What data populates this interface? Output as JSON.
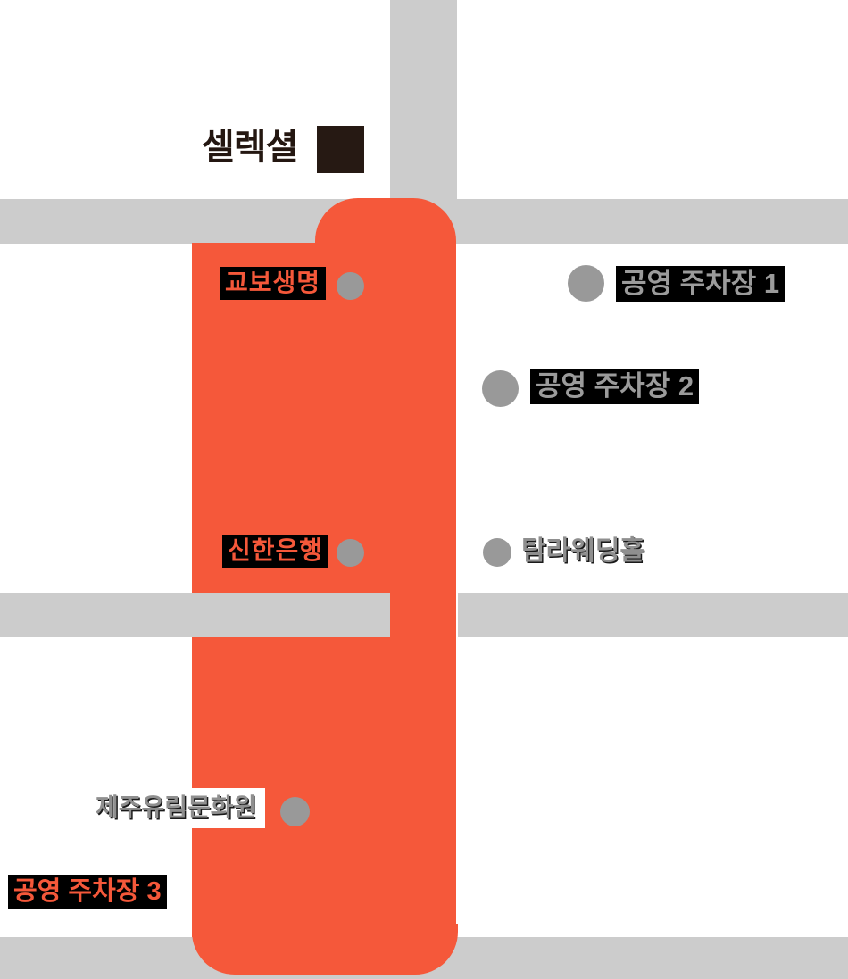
{
  "map": {
    "labels": {
      "select_shop": "셀렉셜",
      "kyobo_life": "교보생명",
      "public_parking_1": "공영 주차장 1",
      "public_parking_2": "공영 주차장 2",
      "shinhan_bank": "신한은행",
      "tamna_wedding_hall": "탐라웨딩홀",
      "jeju_yurim_cultural_center": "제주유림문화원",
      "public_parking_3": "공영 주차장 3"
    },
    "colors": {
      "highlight_road_orange": "#f5583a",
      "road_gray": "#cccccc",
      "poi_dot_gray": "#999999",
      "label_box_black": "#000000",
      "shop_marker_dark_brown": "#261913",
      "select_shop_text": "#241711",
      "gray_label_text": "#8f8f8f",
      "parking_3_text": "#f5583a"
    }
  }
}
